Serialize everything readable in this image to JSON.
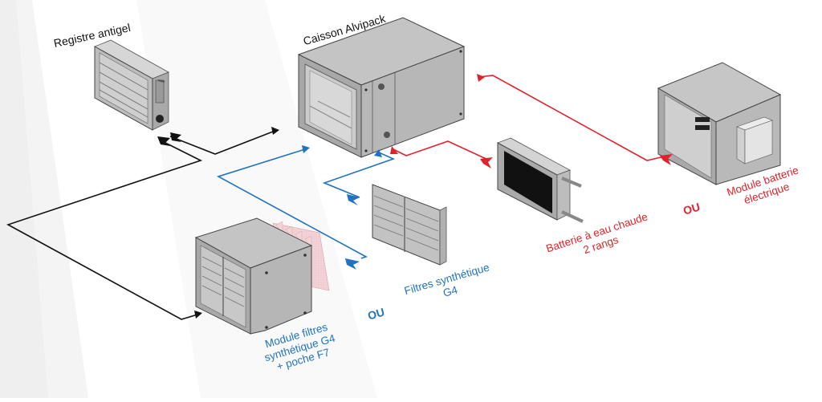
{
  "diagram": {
    "colors": {
      "black_flow": "#111111",
      "blue_flow": "#1f73c0",
      "red_flow": "#e2222b",
      "metal_light": "#c9c9c9",
      "metal_mid": "#b0b0b0",
      "metal_dark": "#8e8e8e",
      "coil_black": "#111111",
      "filter_pink": "#f3d3d8"
    },
    "components": {
      "registre": {
        "label": "Registre antigel"
      },
      "caisson": {
        "label": "Caisson Alvipack"
      },
      "module_filtres": {
        "label_lines": [
          "Module filtres",
          "synthétique G4",
          "+ poche F7"
        ]
      },
      "filtres_g4": {
        "label_lines": [
          "Filtres synthétique",
          "G4"
        ]
      },
      "batterie_eau": {
        "label_lines": [
          "Batterie à eau chaude",
          "2 rangs"
        ]
      },
      "module_batterie": {
        "label_lines": [
          "Module batterie",
          "électrique"
        ]
      }
    },
    "or_labels": {
      "blue": "OU",
      "red": "OU"
    },
    "connections": [
      {
        "from": "Registre antigel",
        "to": "Caisson Alvipack",
        "color": "black"
      },
      {
        "from": "Registre antigel",
        "to": "Module filtres synthétique G4 + poche F7",
        "color": "black"
      },
      {
        "from": "Module filtres synthétique G4 + poche F7",
        "to": "Caisson Alvipack",
        "color": "blue"
      },
      {
        "from": "Filtres synthétique G4",
        "to": "Caisson Alvipack",
        "color": "blue"
      },
      {
        "from": "Batterie à eau chaude 2 rangs",
        "to": "Caisson Alvipack",
        "color": "red"
      },
      {
        "from": "Module batterie électrique",
        "to": "Caisson Alvipack",
        "color": "red"
      }
    ]
  }
}
